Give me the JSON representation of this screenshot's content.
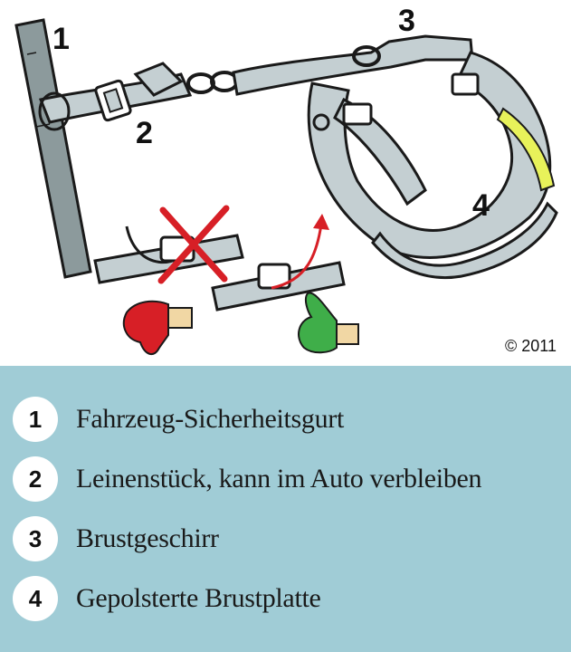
{
  "illustration": {
    "labels": [
      "1",
      "2",
      "3",
      "4"
    ],
    "copyright": "© 2011",
    "colors": {
      "strap": "#c4cfd2",
      "outline": "#1a1a1a",
      "reflector": "#e8f25a",
      "thumb_down": "#d71f26",
      "thumb_up": "#3fae49",
      "cuff": "#f1d7a4",
      "cross": "#d71f26",
      "arrow": "#d71f26"
    },
    "icons": [
      "thumbs-down-icon",
      "thumbs-up-icon",
      "red-cross-icon",
      "red-arrow-icon"
    ]
  },
  "legend": {
    "background": "#a0ccd6",
    "items": [
      {
        "number": "1",
        "text": "Fahrzeug-Sicherheitsgurt"
      },
      {
        "number": "2",
        "text": "Leinenstück, kann im Auto verbleiben"
      },
      {
        "number": "3",
        "text": "Brustgeschirr"
      },
      {
        "number": "4",
        "text": "Gepolsterte Brustplatte"
      }
    ]
  }
}
